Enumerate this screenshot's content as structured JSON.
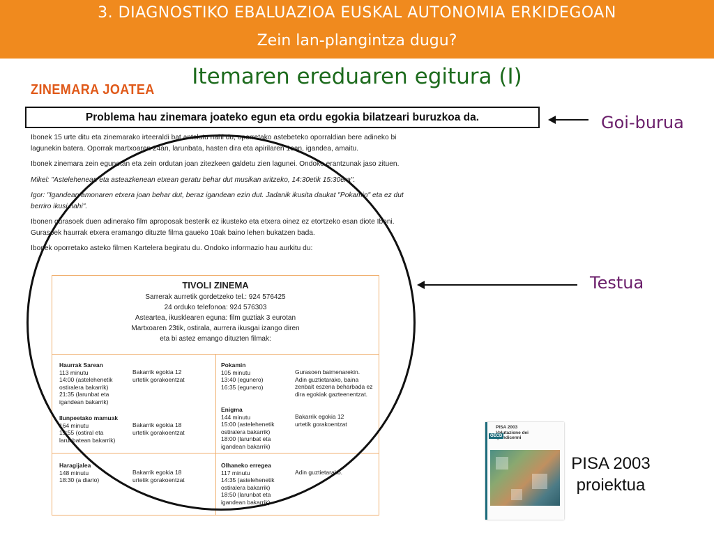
{
  "header": {
    "line1": "3. DIAGNOSTIKO EBALUAZIOA EUSKAL AUTONOMIA ERKIDEGOAN",
    "line2": "Zein lan-plangintza dugu?"
  },
  "slide_title": "Itemaren ereduaren egitura (I)",
  "document": {
    "heading": "ZINEMARA JOATEA",
    "goal_text": "Problema hau zinemara joateko egun eta ordu egokia bilatzeari buruzkoa da.",
    "paragraphs": [
      "Ibonek 15 urte ditu eta zinemarako irteeraldi bat antolatu nahi du, oporretako astebeteko oporraldian bere adineko bi lagunekin batera. Oporrak martxoaren 24an, larunbata, hasten dira eta apirilaren 1ean, igandea, amaitu.",
      "Ibonek zinemara zein egunetan eta zein ordutan joan zitezkeen galdetu zien lagunei. Ondoko erantzunak jaso zituen.",
      "Mikel: \"Astelehenean eta asteazkenean etxean geratu behar dut musikan aritzeko, 14:30etik 15:30era\".",
      "Igor: \"Igandean amonaren etxera joan behar dut, beraz igandean ezin dut. Jadanik ikusita daukat \"Pokamin\" eta ez dut berriro ikusi nahi\".",
      "Ibonen gurasoek duen adinerako film aproposak besterik ez ikusteko eta etxera oinez ez etortzeko esan diote Iboni. Gurasoek haurrak etxera eramango dituzte filma gaueko 10ak baino lehen bukatzen bada.",
      "Ibonek oporretako asteko filmen Kartelera begiratu du. Ondoko informazio hau aurkitu du:"
    ],
    "cinema": {
      "name": "TIVOLI ZINEMA",
      "lines": [
        "Sarrerak aurretik gordetzeko tel.: 924 576425",
        "24 orduko telefonoa: 924 576303",
        "Astearteа, ikusklearen eguna: film guztiak 3 eurotan",
        "Martxoaren 23tik, ostirala, aurrera ikusgai izango diren",
        "eta bi astez emango dituzten filmak:"
      ],
      "films": [
        {
          "title": "Haurrak Sarean",
          "details": "113 minutu\n14:00 (astelehenetik\nostiralera bakarrik)\n21:35 (larunbat eta\nigandean bakarrik)",
          "rating": "Bakarrik egokia 12\nurtetik gorakoentzat"
        },
        {
          "title": "Ilunpeetako mamuak",
          "details": "164 minutu\n19:55 (ostiral eta\nlarunbatean bakarrik)",
          "rating": "Bakarrik egokia 18\nurtetik gorakoentzat"
        },
        {
          "title": "Pokamin",
          "details": "105 minutu\n13:40 (egunero)\n16:35 (egunero)",
          "rating": "Gurasoen baimenarekin.\nAdin guztietarako, baina\nzenbait eszena beharbada ez\ndira egokiak gazteenentzat."
        },
        {
          "title": "Enigma",
          "details": "144 minutu\n15:00 (astelehenetik\nostiralera bakarrik)\n18:00 (larunbat eta\nigandean bakarrik)",
          "rating": "Bakarrik egokia 12\nurtetik gorakoentzat"
        },
        {
          "title": "Haragijalea",
          "details": "148 minutu\n18:30 (a diario)",
          "rating": "Bakarrik egokia 18\nurtetik gorakoentzat"
        },
        {
          "title": "Olhaneko erregea",
          "details": "117 minutu\n14:35 (astelehenetik\nostiralera bakarrik)\n18:50 (larunbat eta\nigandean bakarrik)",
          "rating": "Adin guztietarako."
        }
      ]
    }
  },
  "labels": {
    "goal": "Goi-burua",
    "text": "Testua",
    "pisa_line1": "PISA 2003",
    "pisa_line2": "proiektua"
  },
  "pisa_cover": {
    "title": "PISA 2003\nValutazione dei\nquindicenni",
    "org": "OECD"
  },
  "colors": {
    "header_bg": "#f08a1e",
    "title_green": "#1d6b1d",
    "label_purple": "#6b1f6b",
    "doc_heading_orange": "#e05a1a"
  }
}
